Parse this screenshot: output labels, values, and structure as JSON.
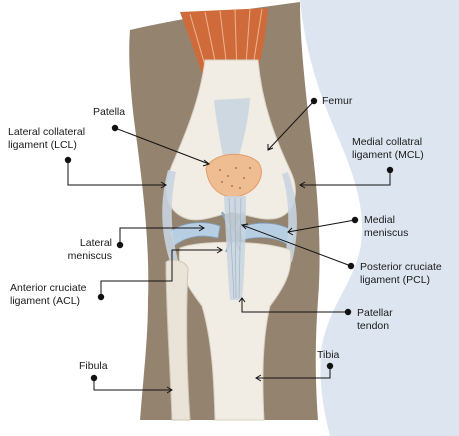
{
  "colors": {
    "background_right": "#dde6f0",
    "leg_shade": "#94846f",
    "bone": "#f1ede5",
    "muscle": "#cf6b3a",
    "cartilage": "#b8cfe3",
    "patella": "#efbd92",
    "ligament": "#b9c8d6",
    "leader": "#111111"
  },
  "labels": {
    "patella": "Patella",
    "femur": "Femur",
    "lcl_line1": "Lateral collateral",
    "lcl_line2": "ligament (LCL)",
    "mcl_line1": "Medial collatral",
    "mcl_line2": "ligament (MCL)",
    "lateral_meniscus_line1": "Lateral",
    "lateral_meniscus_line2": "meniscus",
    "medial_meniscus_line1": "Medial",
    "medial_meniscus_line2": "meniscus",
    "acl_line1": "Anterior cruciate",
    "acl_line2": "ligament (ACL)",
    "pcl_line1": "Posterior cruciate",
    "pcl_line2": "ligament (PCL)",
    "patellar_tendon_line1": "Patellar",
    "patellar_tendon_line2": "tendon",
    "fibula": "Fibula",
    "tibia": "Tibia"
  }
}
